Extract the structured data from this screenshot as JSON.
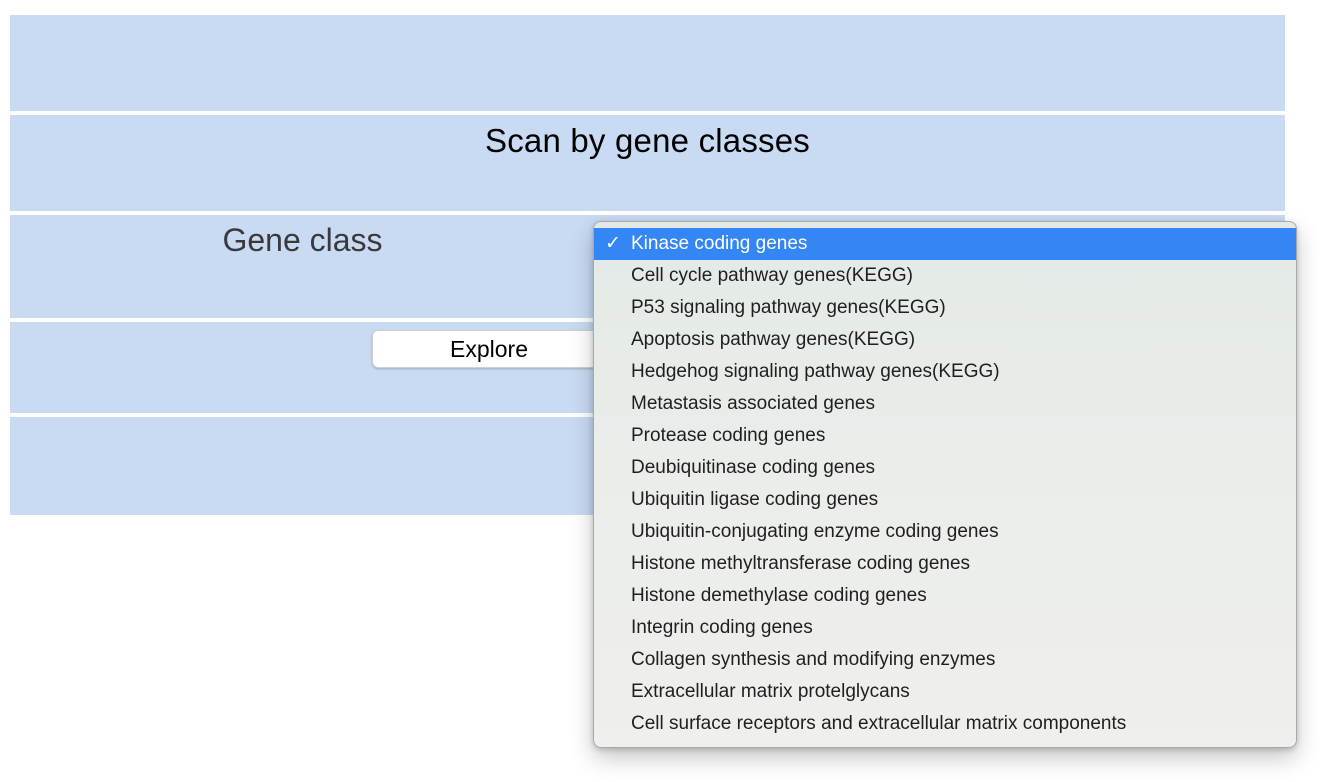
{
  "panel": {
    "background_color": "#c9daf3",
    "title": "Scan by gene classes",
    "gene_class_label": "Gene class",
    "explore_button_label": "Explore"
  },
  "dropdown": {
    "highlight_color": "#3386f3",
    "background_color": "#eaedea",
    "checkmark": "✓",
    "selected_index": 0,
    "items": [
      "Kinase coding genes",
      "Cell cycle pathway genes(KEGG)",
      "P53 signaling pathway genes(KEGG)",
      "Apoptosis pathway genes(KEGG)",
      "Hedgehog signaling pathway genes(KEGG)",
      "Metastasis associated genes",
      "Protease coding genes",
      "Deubiquitinase coding genes",
      "Ubiquitin ligase coding genes",
      "Ubiquitin-conjugating enzyme coding genes",
      "Histone methyltransferase coding genes",
      "Histone demethylase coding genes",
      "Integrin coding genes",
      "Collagen synthesis and modifying enzymes",
      "Extracellular matrix protelglycans",
      "Cell surface receptors and extracellular matrix components"
    ]
  }
}
